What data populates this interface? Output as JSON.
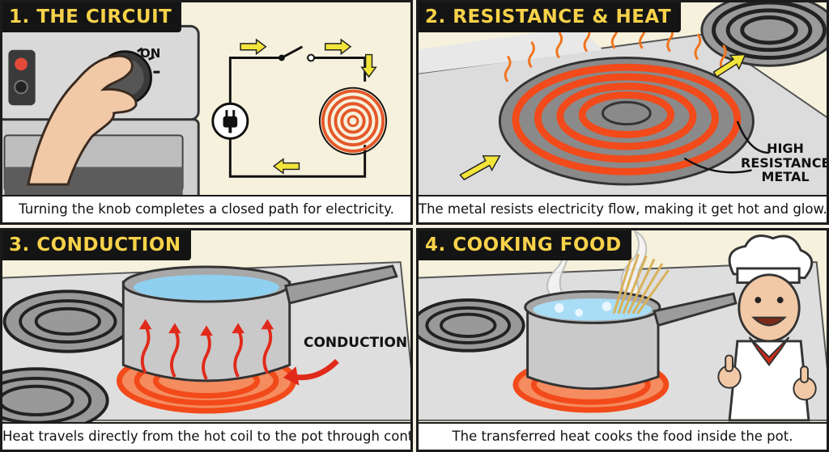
{
  "panels": [
    {
      "title": "1. THE CIRCUIT",
      "caption": "Turning the knob completes a closed path for electricity.",
      "labels": {
        "on": "ON"
      },
      "icons": [
        "hand-icon",
        "knob-icon",
        "plug-icon",
        "switch-icon",
        "coil-icon",
        "arrow-icon"
      ]
    },
    {
      "title": "2. RESISTANCE & HEAT",
      "caption": "The metal resists electricity flow, making it get hot and glow.",
      "labels": {
        "metal": [
          "HIGH",
          "RESISTANCE",
          "METAL"
        ]
      },
      "icons": [
        "glowing-coil-icon",
        "heat-wave-icon",
        "arrow-icon"
      ]
    },
    {
      "title": "3. CONDUCTION",
      "caption": "Heat travels directly from the hot coil to the pot through contact.",
      "labels": {
        "conduction": "CONDUCTION"
      },
      "icons": [
        "pot-icon",
        "heat-arrow-icon",
        "burner-icon"
      ]
    },
    {
      "title": "4. COOKING FOOD",
      "caption": "The transferred heat cooks the food inside the pot.",
      "icons": [
        "chef-icon",
        "pasta-icon",
        "steam-icon",
        "pot-icon"
      ]
    }
  ],
  "colors": {
    "title_bg": "#141414",
    "title_text": "#f7d24a",
    "coil_glow": "#f24a1a",
    "arrow_yellow": "#f3e43a",
    "water_blue": "#8fd0f0"
  }
}
